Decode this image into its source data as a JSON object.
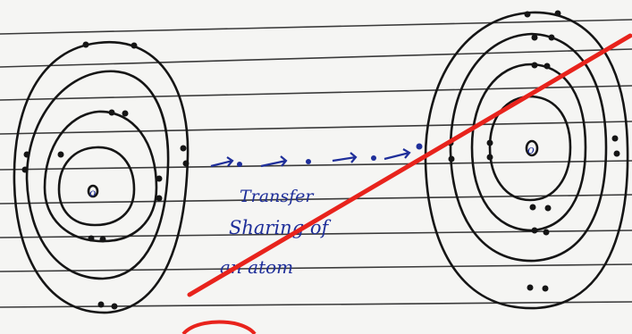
{
  "annotation": {
    "line1": "Transfer",
    "line2": "Sharing of",
    "line3": "an atom"
  },
  "left_atom": {
    "nucleus_label": "o"
  },
  "right_atom": {
    "nucleus_label": "o"
  },
  "colors": {
    "paper": "#f5f5f3",
    "ruled_line": "#2d2d2d",
    "pencil_ink": "#151515",
    "blue_ink": "#1f2f9a",
    "correction_red": "#e8231c"
  }
}
